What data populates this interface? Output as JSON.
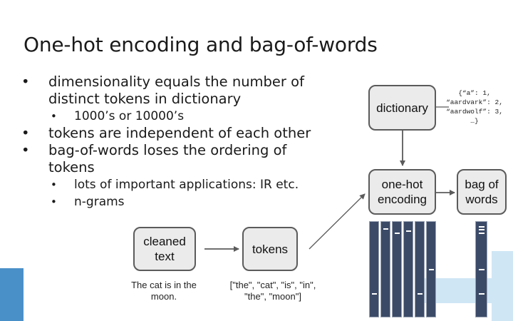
{
  "title": "One-hot encoding and bag-of-words",
  "bullets": [
    {
      "level": 1,
      "text": "dimensionality equals the number of distinct tokens in dictionary"
    },
    {
      "level": 2,
      "text": "1000’s or 10000’s"
    },
    {
      "level": 1,
      "text": "tokens are independent of each other"
    },
    {
      "level": 1,
      "text": "bag-of-words loses the ordering of tokens"
    },
    {
      "level": 2,
      "text": "lots of important applications: IR etc."
    },
    {
      "level": 2,
      "text": "n-grams"
    }
  ],
  "bullet_symbol": "•",
  "diagram": {
    "cleaned_text": {
      "label": "cleaned text",
      "example": "The cat is in the moon."
    },
    "tokens": {
      "label": "tokens",
      "example": "[\"the\", \"cat\", \"is\", \"in\", \"the\", \"moon\"]"
    },
    "dictionary": {
      "label": "dictionary",
      "example": "{“a”: 1,\n“aardvark”: 2,\n“aardwolf”: 3,\n…}"
    },
    "one_hot": {
      "label": "one-hot encoding"
    },
    "bag_of_words": {
      "label": "bag of words"
    }
  },
  "colors": {
    "box_fill": "#ebebeb",
    "box_border": "#5b5b5b",
    "vector_bar": "#3b4a67",
    "accent_blue": "#4a90c8",
    "light_blue": "#cfe6f5"
  }
}
